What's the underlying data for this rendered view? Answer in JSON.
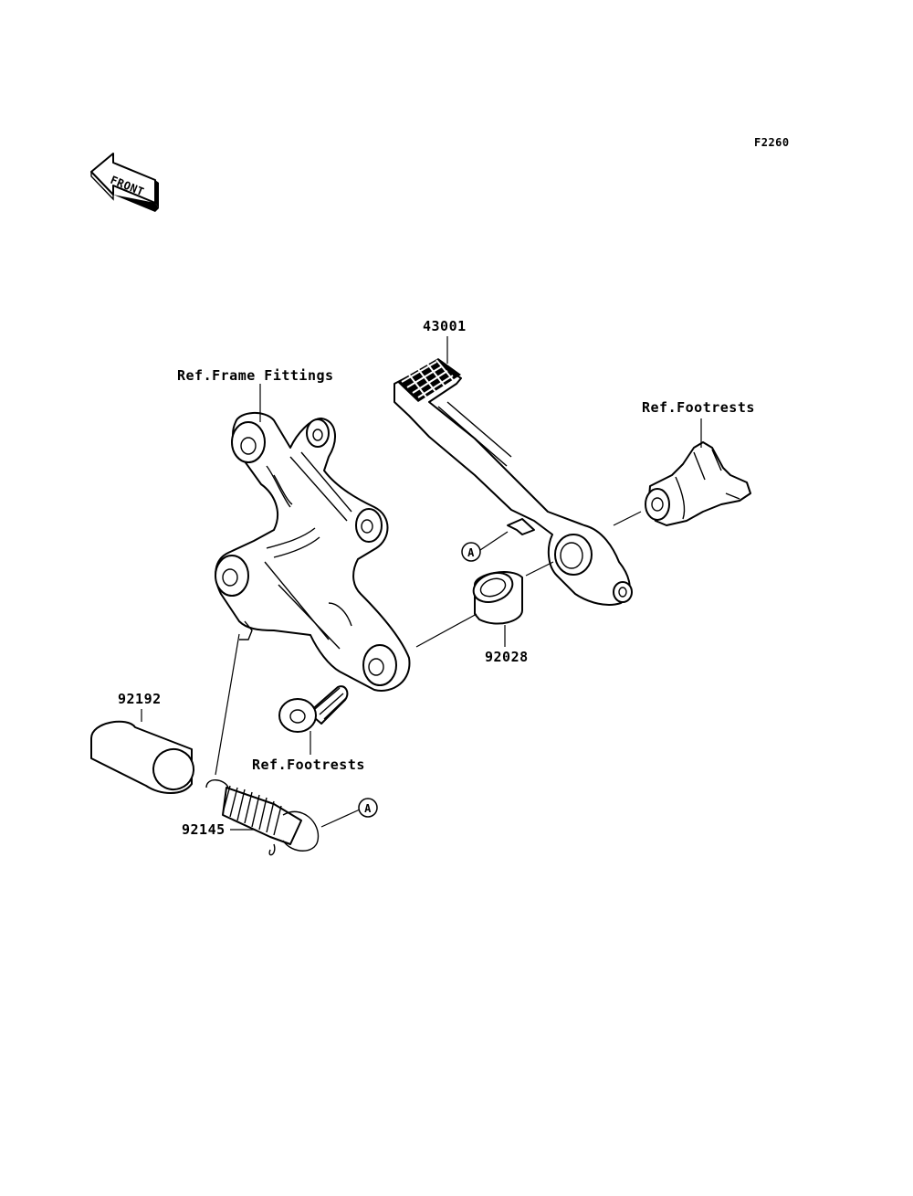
{
  "diagram": {
    "figure_code": "F2260",
    "front_arrow_label": "FRONT",
    "callouts": {
      "ref_frame_fittings": "Ref.Frame Fittings",
      "part_43001": "43001",
      "ref_footrests_top": "Ref.Footrests",
      "marker_a_upper": "A",
      "part_92028": "92028",
      "part_92192": "92192",
      "ref_footrests_bottom": "Ref.Footrests",
      "part_92145": "92145",
      "marker_a_lower": "A"
    }
  }
}
